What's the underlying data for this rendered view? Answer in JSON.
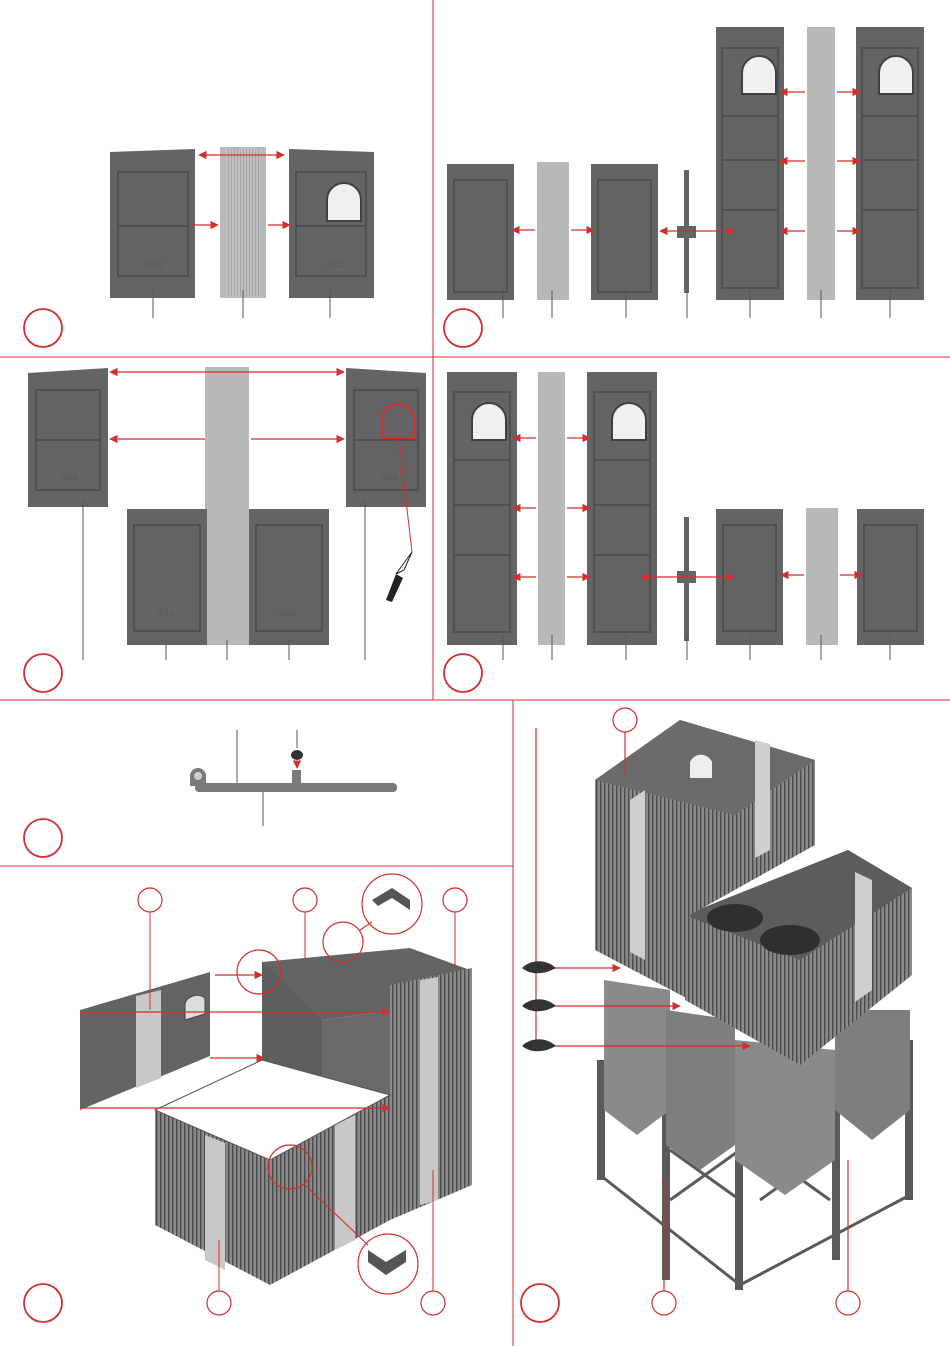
{
  "colors": {
    "accent": "#d32f2f",
    "panel_dark": "#646464",
    "panel_light": "#b9b9b9",
    "line": "#555555"
  },
  "panel_labels": {
    "s1_left": "2/4a",
    "s1_right": "2/4a",
    "s3_left": "2/4a",
    "s3_right": "2/4a",
    "s3_bottom_left": "2/4a",
    "s3_bottom_right": "2/4a"
  },
  "steps": [
    {
      "id": "step-1"
    },
    {
      "id": "step-2"
    },
    {
      "id": "step-3"
    },
    {
      "id": "step-4"
    },
    {
      "id": "step-5"
    },
    {
      "id": "step-6"
    },
    {
      "id": "step-7"
    }
  ]
}
